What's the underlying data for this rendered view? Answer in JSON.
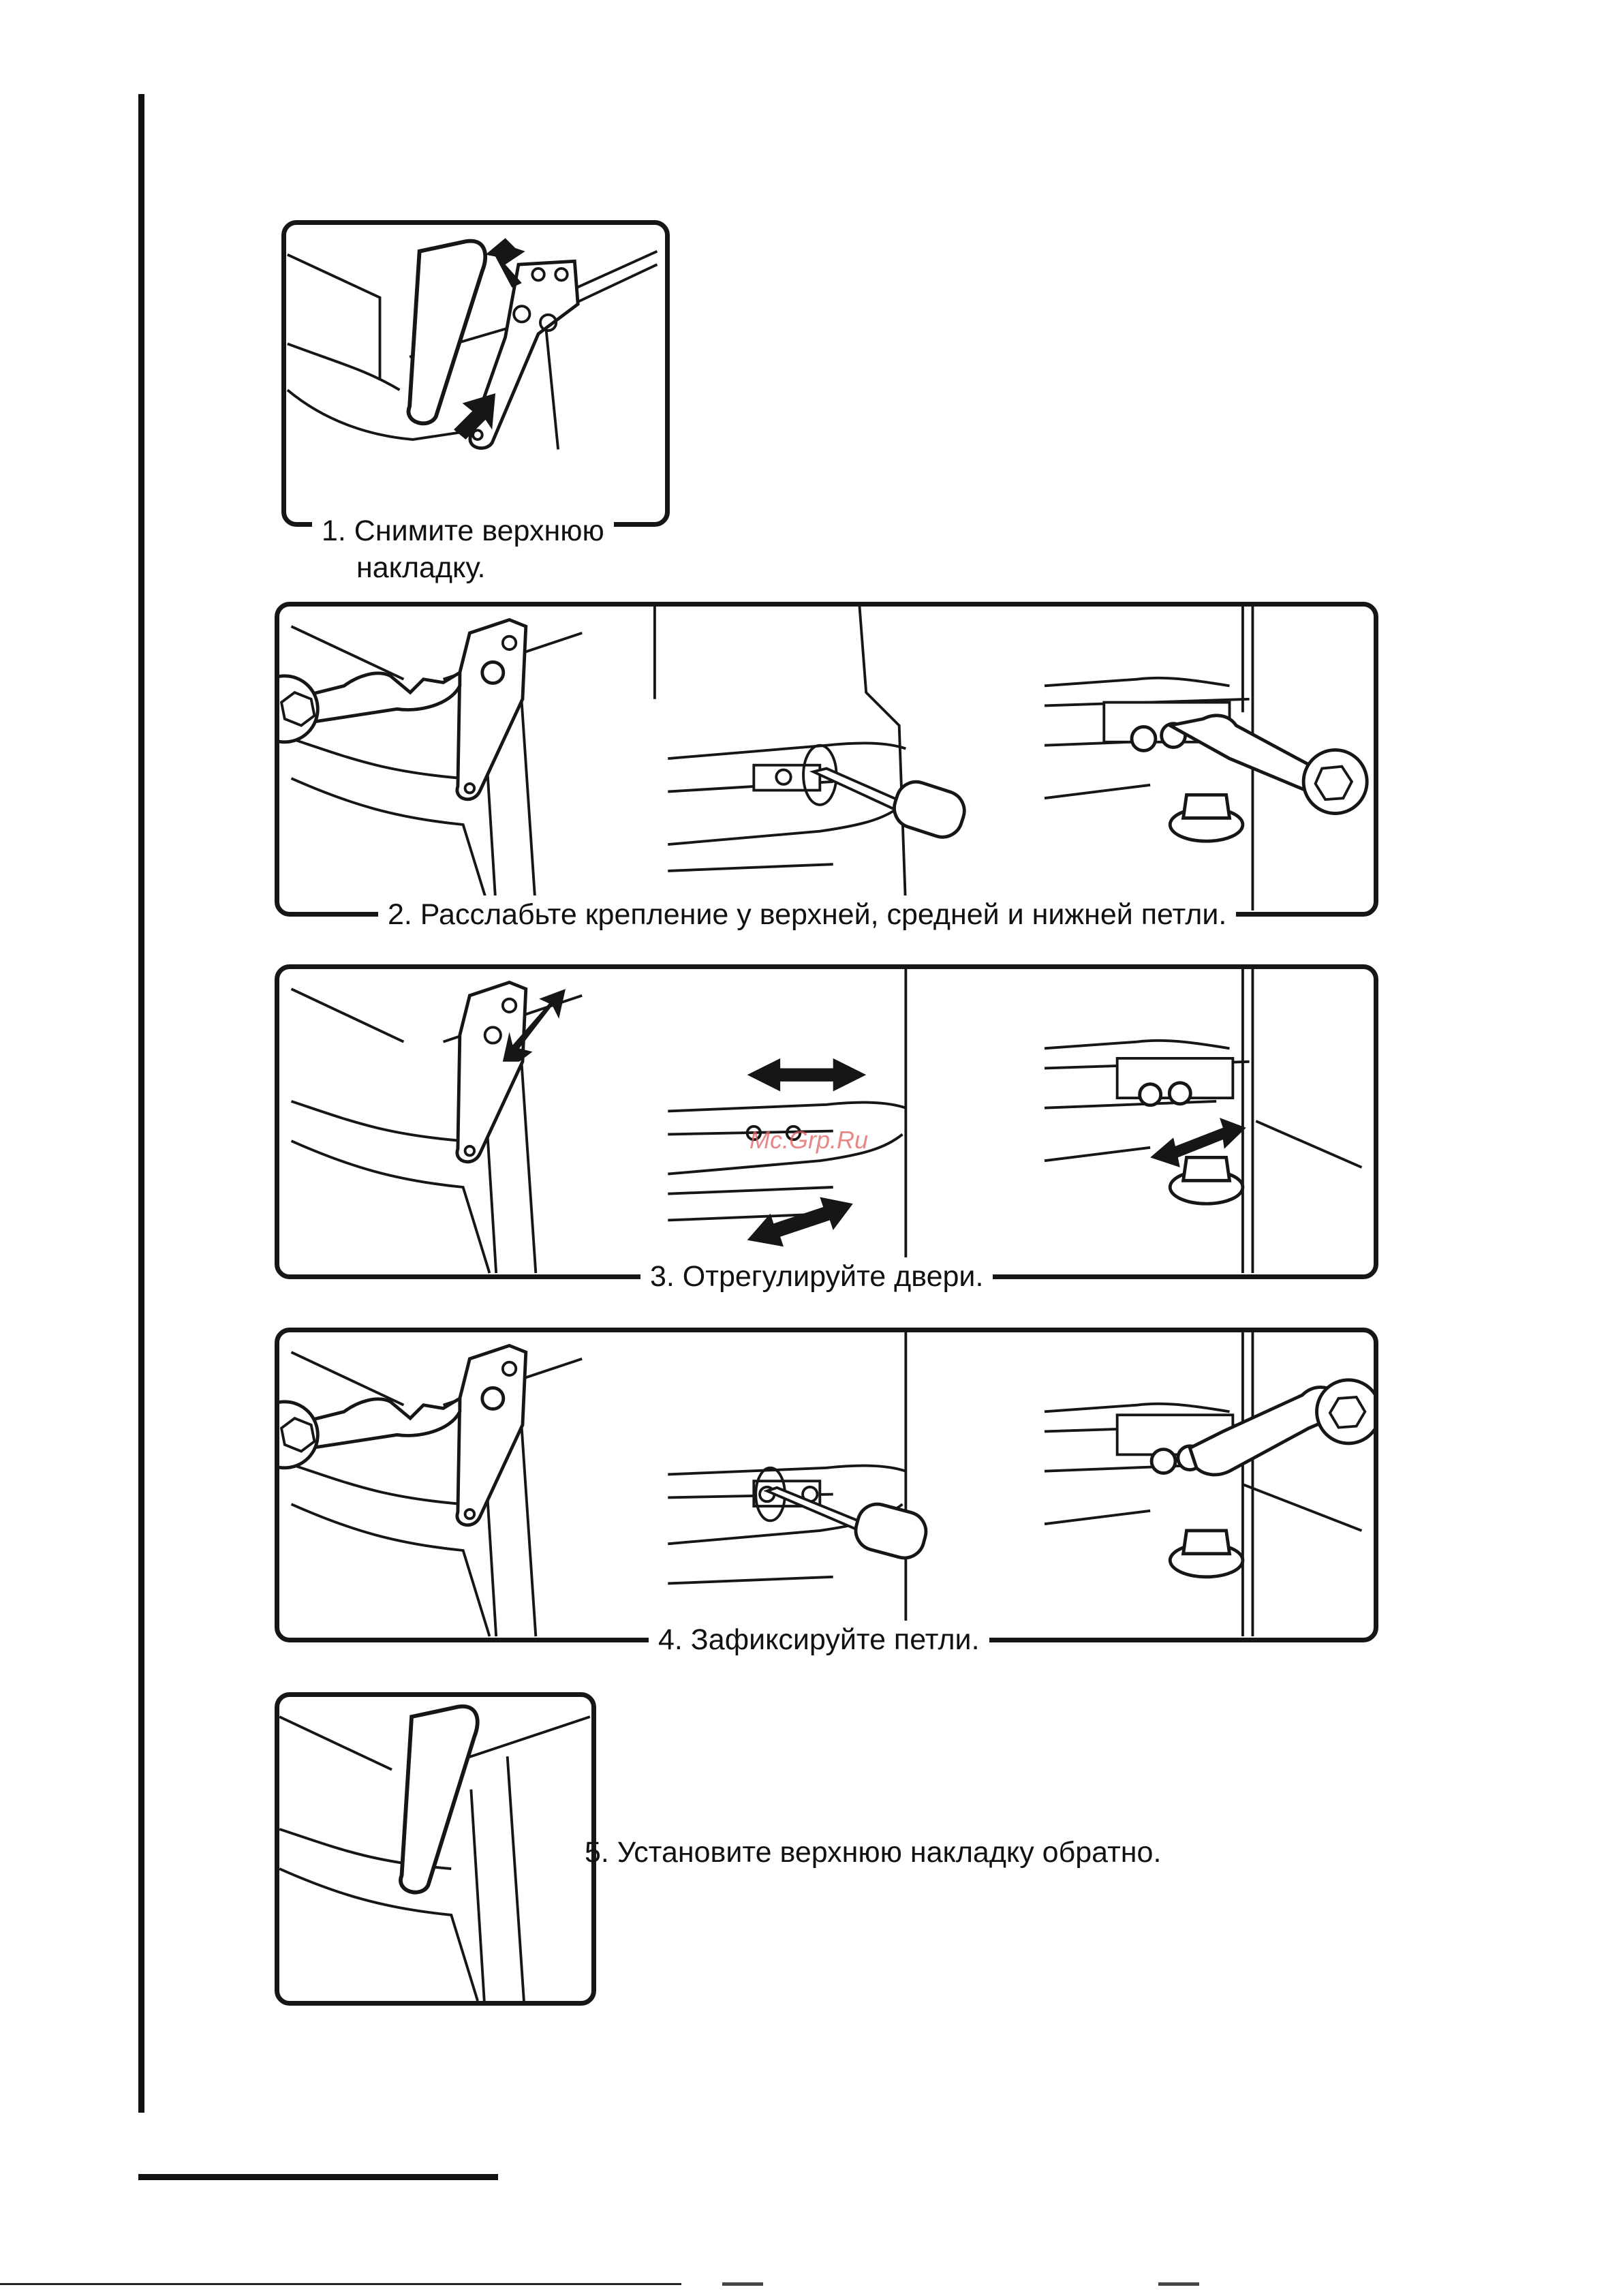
{
  "steps": [
    {
      "id": 1,
      "caption_line1": "1. Снимите верхнюю",
      "caption_line2": "накладку."
    },
    {
      "id": 2,
      "caption": "2. Расслабьте крепление у верхней, средней и нижней петли."
    },
    {
      "id": 3,
      "caption": "3. Отрегулируйте двери."
    },
    {
      "id": 4,
      "caption": "4. Зафиксируйте петли."
    },
    {
      "id": 5,
      "caption": "5. Установите верхнюю накладку обратно."
    }
  ],
  "watermark": "Mc.Grp.Ru",
  "colors": {
    "ink": "#161616",
    "paper": "#ffffff",
    "watermark": "#e06060"
  }
}
